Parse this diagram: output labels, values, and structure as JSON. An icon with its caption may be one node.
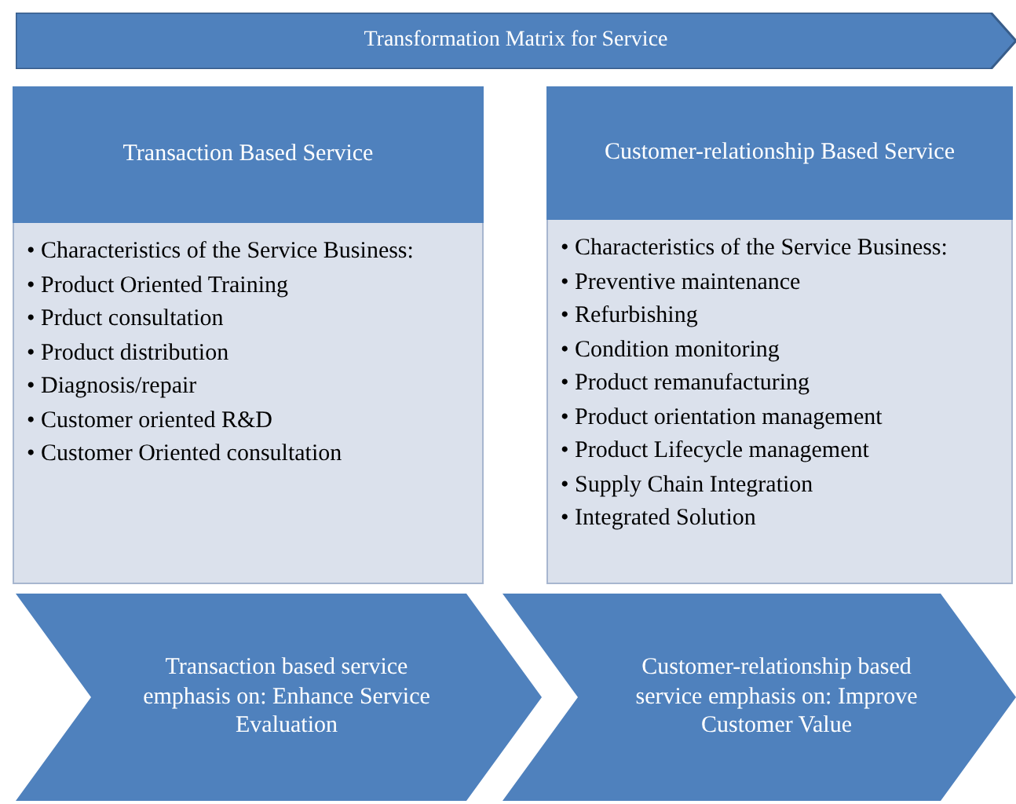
{
  "diagram": {
    "nodes": [
      {
        "text": [
          "Transformation Matrix for Service"
        ]
      },
      {
        "text": [
          "Transaction Based Service"
        ]
      },
      {
        "text": [
          "• Characteristics of the Service Business:",
          "• Product Oriented Training",
          "• Prduct consultation",
          "• Product distribution",
          "• Diagnosis/repair",
          "• Customer oriented R&D",
          "• Customer Oriented consultation"
        ]
      },
      {
        "text": [
          "Customer-relationship Based Service"
        ]
      },
      {
        "text": [
          "• Characteristics of the Service Business:",
          "• Preventive maintenance",
          "• Refurbishing",
          "• Condition monitoring",
          "• Product remanufacturing",
          "• Product orientation management",
          "• Product Lifecycle management",
          "• Supply Chain Integration",
          "• Integrated Solution"
        ]
      },
      {
        "text": [
          "Transaction based service emphasis on: Enhance Service Evaluation"
        ]
      },
      {
        "text": [
          "Customer-relationship based service emphasis on: Improve Customer Value"
        ]
      }
    ],
    "edges": []
  }
}
